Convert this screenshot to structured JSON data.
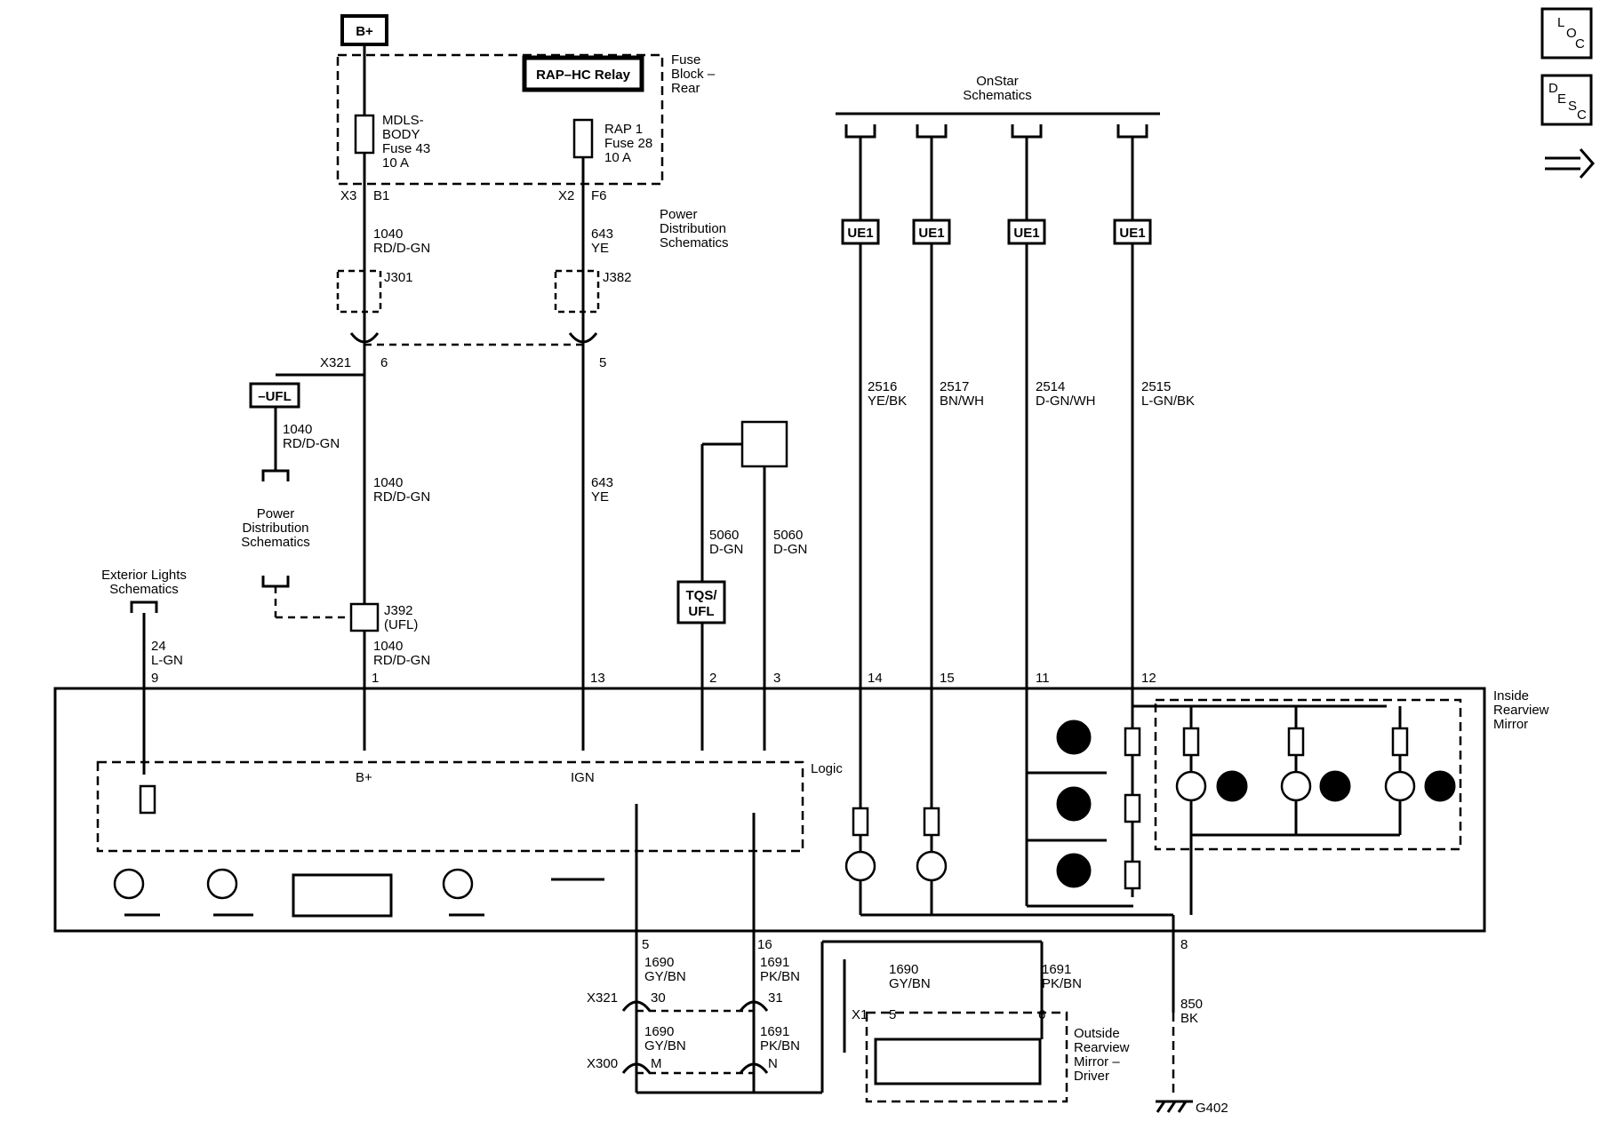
{
  "power": {
    "source": "B+"
  },
  "fuse_block": {
    "title": [
      "Fuse",
      "Block –",
      "Rear"
    ],
    "relay": "RAP–HC Relay",
    "fuse_left": [
      "MDLS-",
      "BODY",
      "Fuse 43",
      "10 A"
    ],
    "fuse_right": [
      "RAP 1",
      "Fuse 28",
      "10 A"
    ]
  },
  "pins": {
    "x3": "X3",
    "b1": "B1",
    "x2": "X2",
    "f6": "F6",
    "x321_top": "X321",
    "p6": "6",
    "p5": "5",
    "x321_bot": "X321",
    "p30": "30",
    "p31": "31",
    "x300": "X300",
    "pm": "M",
    "pn": "N",
    "x1": "X1",
    "x1_5": "5",
    "x1_6": "6",
    "c5": "5",
    "c16": "16",
    "c8": "8"
  },
  "wires": {
    "w1040": [
      "1040",
      "RD/D-GN"
    ],
    "w643": [
      "643",
      "YE"
    ],
    "w1040b": [
      "1040",
      "RD/D-GN"
    ],
    "w1040c": [
      "1040",
      "RD/D-GN"
    ],
    "w643b": [
      "643",
      "YE"
    ],
    "w1040d": [
      "1040",
      "RD/D-GN"
    ],
    "w24": [
      "24",
      "L-GN"
    ],
    "w5060a": [
      "5060",
      "D-GN"
    ],
    "w5060b": [
      "5060",
      "D-GN"
    ],
    "w2516": [
      "2516",
      "YE/BK"
    ],
    "w2517": [
      "2517",
      "BN/WH"
    ],
    "w2514": [
      "2514",
      "D-GN/WH"
    ],
    "w2515": [
      "2515",
      "L-GN/BK"
    ],
    "w1690a": [
      "1690",
      "GY/BN"
    ],
    "w1691a": [
      "1691",
      "PK/BN"
    ],
    "w1690b": [
      "1690",
      "GY/BN"
    ],
    "w1691b": [
      "1691",
      "PK/BN"
    ],
    "w1690c": [
      "1690",
      "GY/BN"
    ],
    "w1691c": [
      "1691",
      "PK/BN"
    ],
    "w850": [
      "850",
      "BK"
    ]
  },
  "splices": {
    "j301": "J301",
    "j382": "J382",
    "j392": [
      "J392",
      "(UFL)"
    ]
  },
  "refs": {
    "pds1": [
      "Power",
      "Distribution",
      "Schematics"
    ],
    "pds2": [
      "Power",
      "Distribution",
      "Schematics"
    ],
    "ext": [
      "Exterior Lights",
      "Schematics"
    ],
    "onstar": [
      "OnStar",
      "Schematics"
    ]
  },
  "tags": {
    "ufl": "–UFL",
    "tqs": [
      "TQS/",
      "UFL"
    ],
    "ue1": "UE1"
  },
  "mirror": {
    "title": [
      "Inside",
      "Rearview",
      "Mirror"
    ],
    "logic": "Logic",
    "bplus": "B+",
    "ign": "IGN",
    "pins": [
      "9",
      "1",
      "13",
      "2",
      "3",
      "14",
      "15",
      "11",
      "12"
    ]
  },
  "outside_mirror": [
    "Outside",
    "Rearview",
    "Mirror –",
    "Driver"
  ],
  "ground": "G402",
  "nav_icons": {
    "loc": [
      "L",
      "O",
      "C"
    ],
    "desc": [
      "D",
      "E",
      "S",
      "C"
    ]
  }
}
